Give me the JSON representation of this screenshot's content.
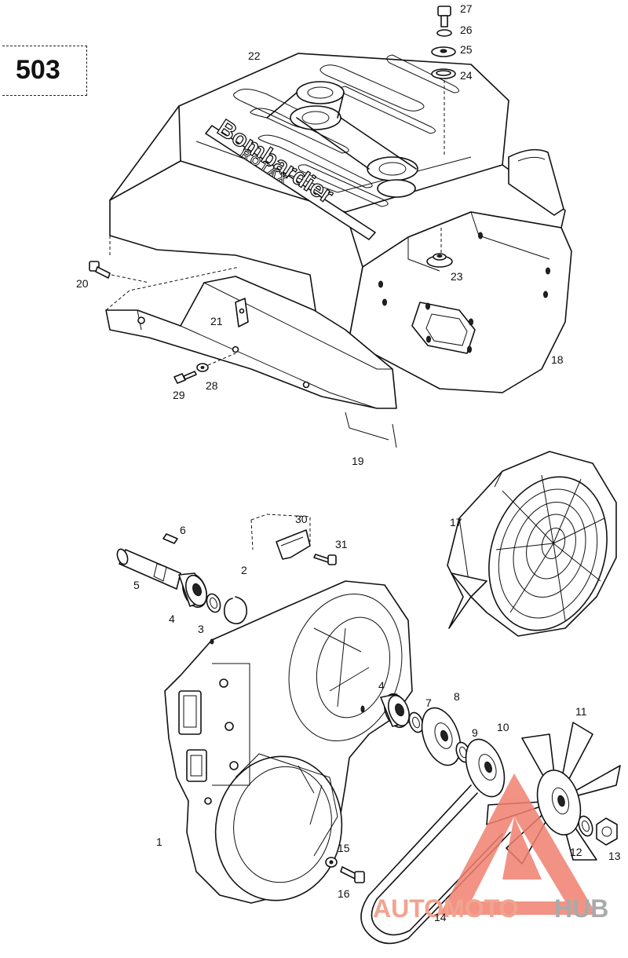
{
  "page_number": "503",
  "watermark": {
    "part1": "AUTOMOTO",
    "part2": "HUB",
    "color1": "#f2a38f",
    "color2": "#aaaaaa",
    "logo_color": "#f08070"
  },
  "logo_text": {
    "brand": "Bombardier",
    "sub": "ROTAX"
  },
  "callouts": [
    {
      "id": "c1",
      "text": "1"
    },
    {
      "id": "c2",
      "text": "2"
    },
    {
      "id": "c3",
      "text": "3"
    },
    {
      "id": "c4a",
      "text": "4"
    },
    {
      "id": "c4b",
      "text": "4"
    },
    {
      "id": "c5",
      "text": "5"
    },
    {
      "id": "c6",
      "text": "6"
    },
    {
      "id": "c7",
      "text": "7"
    },
    {
      "id": "c8",
      "text": "8"
    },
    {
      "id": "c9",
      "text": "9"
    },
    {
      "id": "c10",
      "text": "10"
    },
    {
      "id": "c11",
      "text": "11"
    },
    {
      "id": "c12",
      "text": "12"
    },
    {
      "id": "c13",
      "text": "13"
    },
    {
      "id": "c14",
      "text": "14"
    },
    {
      "id": "c15",
      "text": "15"
    },
    {
      "id": "c16",
      "text": "16"
    },
    {
      "id": "c17",
      "text": "17"
    },
    {
      "id": "c18",
      "text": "18"
    },
    {
      "id": "c19",
      "text": "19"
    },
    {
      "id": "c20",
      "text": "20"
    },
    {
      "id": "c21",
      "text": "21"
    },
    {
      "id": "c22",
      "text": "22"
    },
    {
      "id": "c23",
      "text": "23"
    },
    {
      "id": "c24",
      "text": "24"
    },
    {
      "id": "c25",
      "text": "25"
    },
    {
      "id": "c26",
      "text": "26"
    },
    {
      "id": "c27",
      "text": "27"
    },
    {
      "id": "c28",
      "text": "28"
    },
    {
      "id": "c29",
      "text": "29"
    },
    {
      "id": "c30",
      "text": "30"
    },
    {
      "id": "c31",
      "text": "31"
    }
  ]
}
